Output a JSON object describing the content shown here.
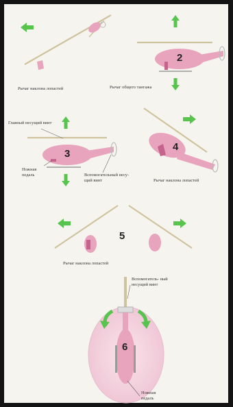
{
  "colors": {
    "background": "#f6f4ee",
    "frame": "#151515",
    "helicopter_fill": "#e8a3bd",
    "helicopter_dark": "#c4648d",
    "arrow": "#56c44d",
    "rotor": "#cfc39f",
    "ellipse": "#f5d6e0"
  },
  "icons": [
    "arrow-left-icon",
    "arrow-right-icon",
    "arrow-up-icon",
    "arrow-down-icon",
    "curved-arrow-left-icon",
    "curved-arrow-right-icon"
  ],
  "panels": {
    "p1": {
      "lever_label": "Рычаг наклона лопастей"
    },
    "p2": {
      "number": "2",
      "lever_label": "Рычаг общего тангажа"
    },
    "p3": {
      "number": "3",
      "main_rotor_label": "Главный несущий винт",
      "pedal_label": "Ножная педаль",
      "tail_rotor_label": "Вспомогательный несу- щий винт"
    },
    "p4": {
      "number": "4",
      "lever_label": "Рычаг наклона лопастей"
    },
    "p5": {
      "number": "5",
      "lever_label": "Рычаг наклона лопастей"
    },
    "p6": {
      "number": "6",
      "tail_rotor_label": "Вспомогатель- ный несущий винт",
      "pedal_label": "Ножная педаль"
    }
  }
}
